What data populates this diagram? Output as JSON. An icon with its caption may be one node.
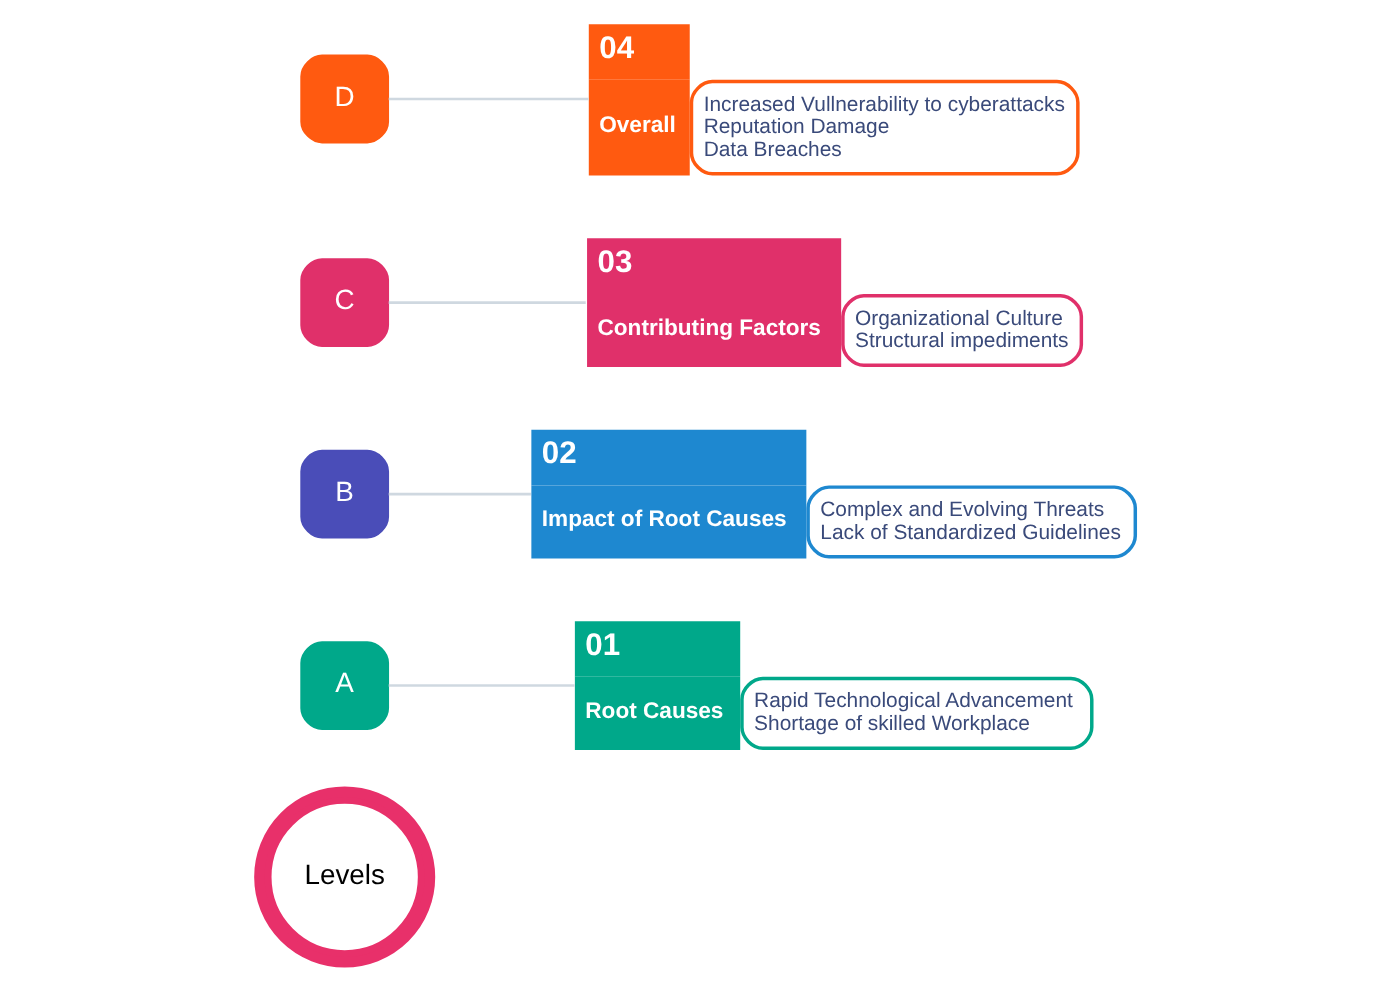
{
  "diagram": {
    "nodes": [
      {
        "text": [
          "Levels"
        ]
      },
      {
        "text": [
          "A"
        ]
      },
      {
        "text": [
          "B"
        ]
      },
      {
        "text": [
          "C"
        ]
      },
      {
        "text": [
          "D"
        ]
      },
      {
        "text": [
          "01",
          "Root Causes",
          "Rapid Technological Advancement",
          "Shortage of skilled Workplace"
        ]
      },
      {
        "text": [
          "02",
          "Impact of Root Causes",
          "Complex and Evolving Threats",
          "Lack of Standardized Guidelines"
        ]
      },
      {
        "text": [
          "03",
          "Contributing Factors",
          "Organizational Culture",
          "Structural impediments"
        ]
      },
      {
        "text": [
          "04",
          "Overall",
          "Increased Vullnerability to cyberattacks",
          "Reputation Damage",
          "Data Breaches"
        ]
      }
    ],
    "edges": [
      {
        "from": 1,
        "to": 5,
        "arrow": "none"
      },
      {
        "from": 2,
        "to": 6,
        "arrow": "none"
      },
      {
        "from": 3,
        "to": 7,
        "arrow": "none"
      },
      {
        "from": 4,
        "to": 8,
        "arrow": "none"
      }
    ]
  }
}
